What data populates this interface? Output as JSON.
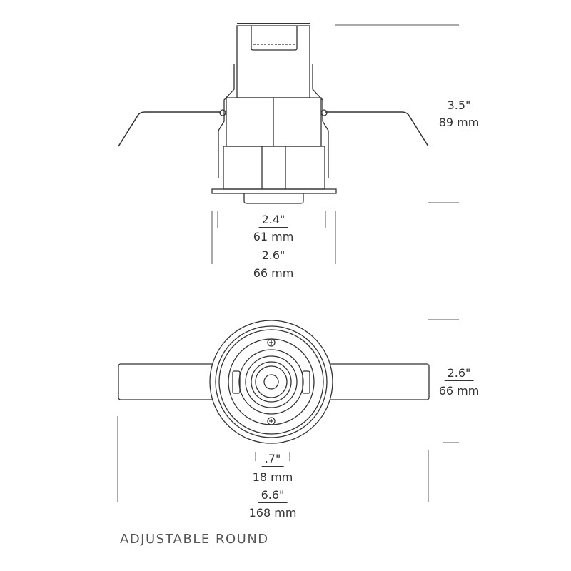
{
  "side_view": {
    "height_in": "3.5\"",
    "height_mm": "89 mm",
    "inner_width_in": "2.4\"",
    "inner_width_mm": "61 mm",
    "outer_width_in": "2.6\"",
    "outer_width_mm": "66 mm"
  },
  "bottom_view": {
    "height_in": "2.6\"",
    "height_mm": "66 mm",
    "aperture_in": ".7\"",
    "aperture_mm": "18 mm",
    "width_in": "6.6\"",
    "width_mm": "168 mm"
  },
  "title": "ADJUSTABLE ROUND",
  "colors": {
    "line": "#333333",
    "dim": "#555555"
  }
}
